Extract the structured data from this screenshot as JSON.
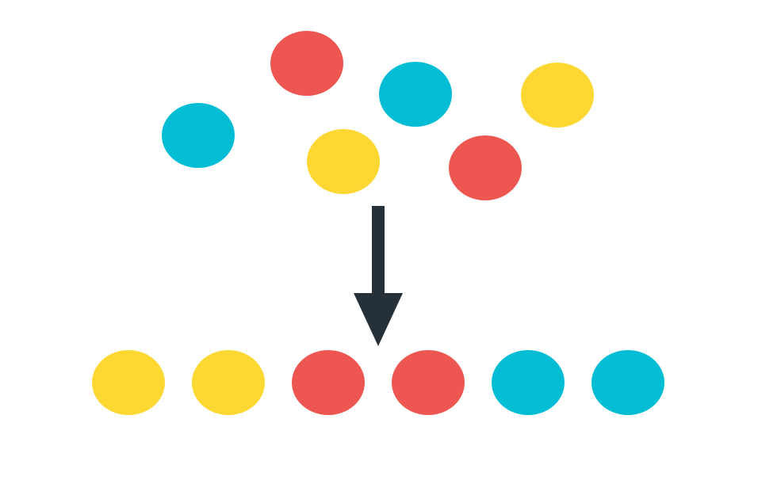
{
  "colors": {
    "background": "#ffffff",
    "red": "#ee5652",
    "blue": "#03bdd5",
    "yellow": "#fdd833",
    "arrow": "#253038"
  },
  "scattered_dots": [
    {
      "name": "dot-scattered-red-1",
      "color": "red"
    },
    {
      "name": "dot-scattered-blue-1",
      "color": "blue"
    },
    {
      "name": "dot-scattered-yellow-1",
      "color": "yellow"
    },
    {
      "name": "dot-scattered-blue-2",
      "color": "blue"
    },
    {
      "name": "dot-scattered-yellow-2",
      "color": "yellow"
    },
    {
      "name": "dot-scattered-red-2",
      "color": "red"
    }
  ],
  "arrow": {
    "icon": "down-arrow-icon",
    "direction": "down"
  },
  "sorted_dots": [
    {
      "name": "dot-sorted-yellow-1",
      "color": "yellow"
    },
    {
      "name": "dot-sorted-yellow-2",
      "color": "yellow"
    },
    {
      "name": "dot-sorted-red-1",
      "color": "red"
    },
    {
      "name": "dot-sorted-red-2",
      "color": "red"
    },
    {
      "name": "dot-sorted-blue-1",
      "color": "blue"
    },
    {
      "name": "dot-sorted-blue-2",
      "color": "blue"
    }
  ]
}
